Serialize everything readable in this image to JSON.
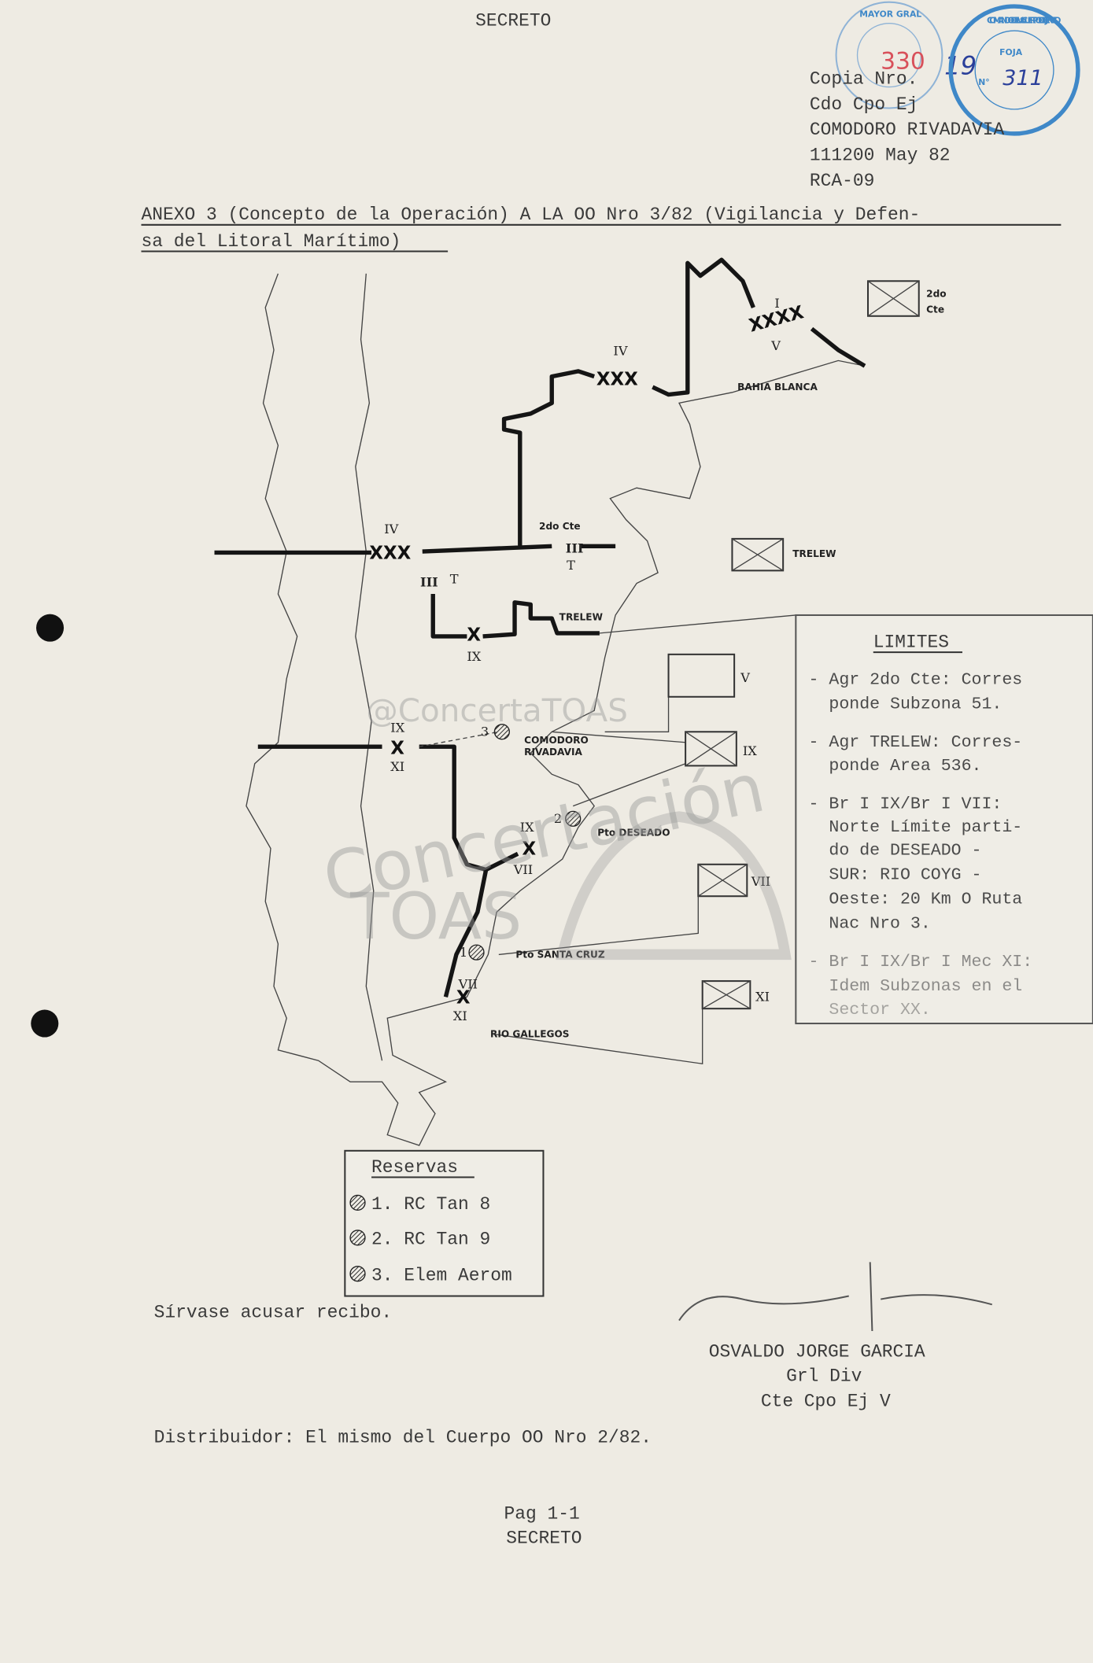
{
  "header": {
    "classification_top": "SECRETO",
    "copy_lines": [
      "Copia Nro.",
      "Cdo Cpo Ej",
      "COMODORO RIVADAVIA",
      "111200 May 82",
      "RCA-09"
    ]
  },
  "stamps": {
    "left_ring": "MAYOR GRAL",
    "left_number": "330",
    "right_ring": "COMANDO DEL Vto. CUERPO DE EJERCITO",
    "foja_label": "FOJA",
    "foja_n": "N°",
    "foja_number": "311",
    "handwritten": "19"
  },
  "title": {
    "line1": "ANEXO 3 (Concepto de la Operación) A LA OO Nro 3/82 (Vigilancia y Defen-",
    "line2": "sa del Litoral Marítimo)"
  },
  "map": {
    "labels": {
      "bahia_blanca": "BAHIA BLANCA",
      "trelew_unit": "TRELEW",
      "trelew_small": "TRELEW",
      "comodoro1": "COMODORO",
      "comodoro2": "RIVADAVIA",
      "deseado": "Pto DESEADO",
      "santa_cruz": "Pto SANTA CRUZ",
      "rio_gallegos": "RIO GALLEGOS",
      "cte_box1": "2do",
      "cte_box2": "Cte",
      "cte_line": "2do Cte"
    },
    "symbols": {
      "xxx": "XXX",
      "xxxx": "XXXX",
      "x": "X",
      "iv": "IV",
      "v": "V",
      "i": "I",
      "ix": "IX",
      "vii": "VII",
      "xi": "XI",
      "t": "T",
      "iii": "III",
      "res1": "1",
      "res2": "2",
      "res3": "3"
    }
  },
  "limits": {
    "title": "LIMITES",
    "lines": [
      "- Agr 2do Cte: Corres",
      "  ponde Subzona 51.",
      "- Agr TRELEW: Corres-",
      "  ponde Area 536.",
      "- Br I IX/Br I VII:",
      "  Norte Límite parti-",
      "  do de DESEADO -",
      "  SUR: RIO COYG -",
      "  Oeste: 20 Km O Ruta",
      "  Nac Nro 3.",
      "- Br I IX/Br I Mec XI:",
      "  Idem Subzonas en el",
      "  Sector XX."
    ]
  },
  "reserves": {
    "title": "Reservas",
    "items": [
      "1. RC Tan 8",
      "2. RC Tan 9",
      "3. Elem Aerom"
    ]
  },
  "footer": {
    "acknowledge": "Sírvase acusar recibo.",
    "signer_name": "OSVALDO JORGE GARCIA",
    "signer_rank": "Grl Div",
    "signer_post": "Cte Cpo Ej V",
    "distribution": "Distribuidor: El mismo del Cuerpo OO Nro 2/82.",
    "page": "Pag 1-1",
    "classification_bottom": "SECRETO"
  },
  "watermark": {
    "handle": "@ConcertaTOAS",
    "brand1": "Concertación",
    "brand2": "TOAS"
  }
}
